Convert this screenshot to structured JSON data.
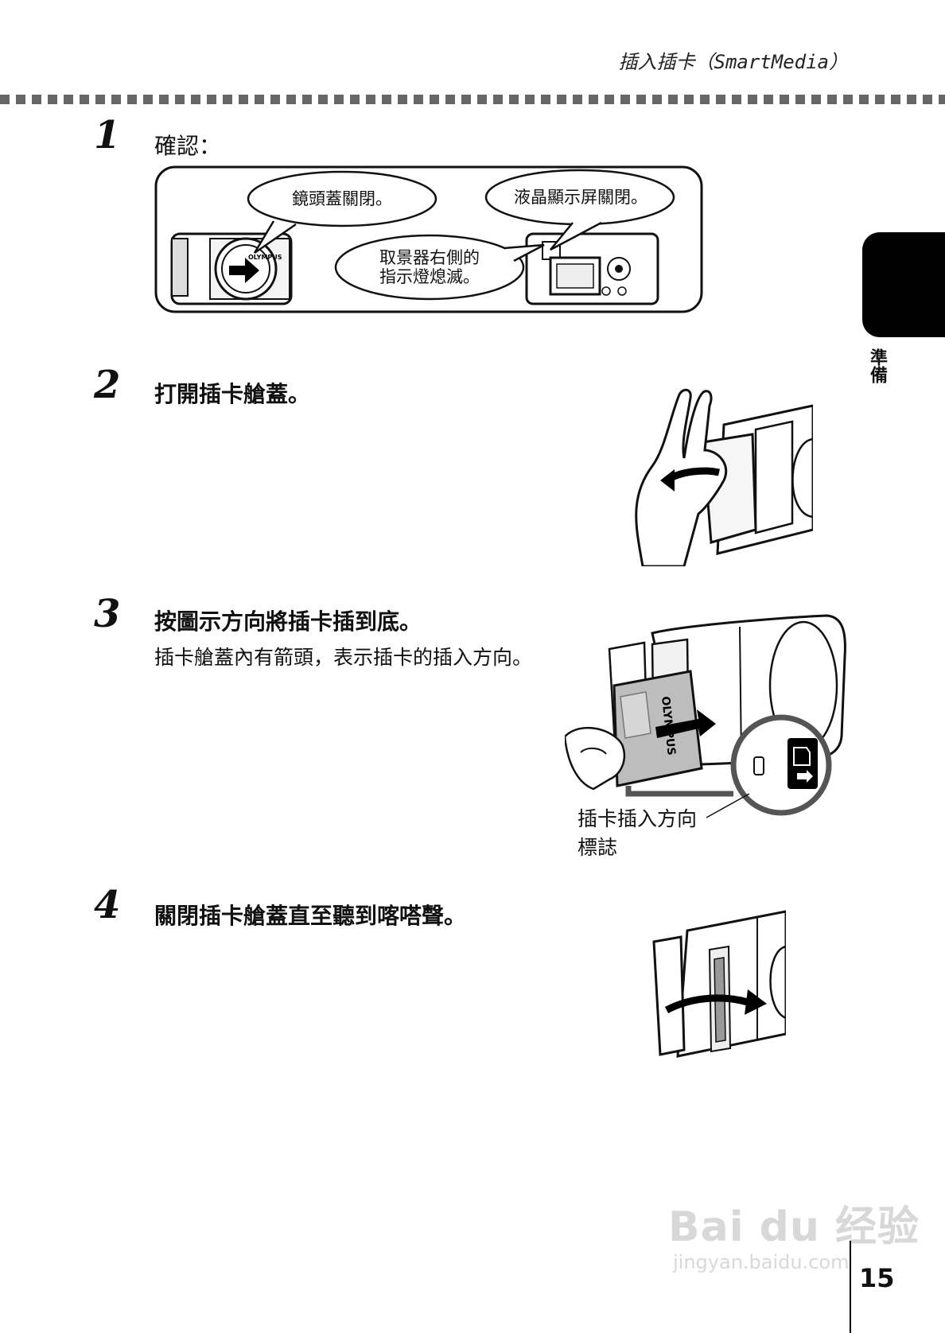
{
  "header": {
    "title": "插入插卡（SmartMedia）"
  },
  "side_tab": {
    "label": "準備"
  },
  "steps": [
    {
      "number": "1",
      "title": "確認：",
      "callouts": [
        "鏡頭蓋關閉。",
        "液晶顯示屏關閉。",
        "取景器右側的\n指示燈熄滅。"
      ],
      "lens_brand": "OLYMPUS"
    },
    {
      "number": "2",
      "title": "打開插卡艙蓋。"
    },
    {
      "number": "3",
      "title": "按圖示方向將插卡插到底。",
      "description": "插卡艙蓋內有箭頭，表示插卡的插入方向。",
      "card_brand": "OLYMPUS",
      "figure_label_line1": "插卡插入方向",
      "figure_label_line2": "標誌"
    },
    {
      "number": "4",
      "title": "關閉插卡艙蓋直至聽到喀嗒聲。"
    }
  ],
  "page_number": "15",
  "watermark": {
    "main": "Bai du 经验",
    "sub": "jingyan.baidu.com"
  }
}
